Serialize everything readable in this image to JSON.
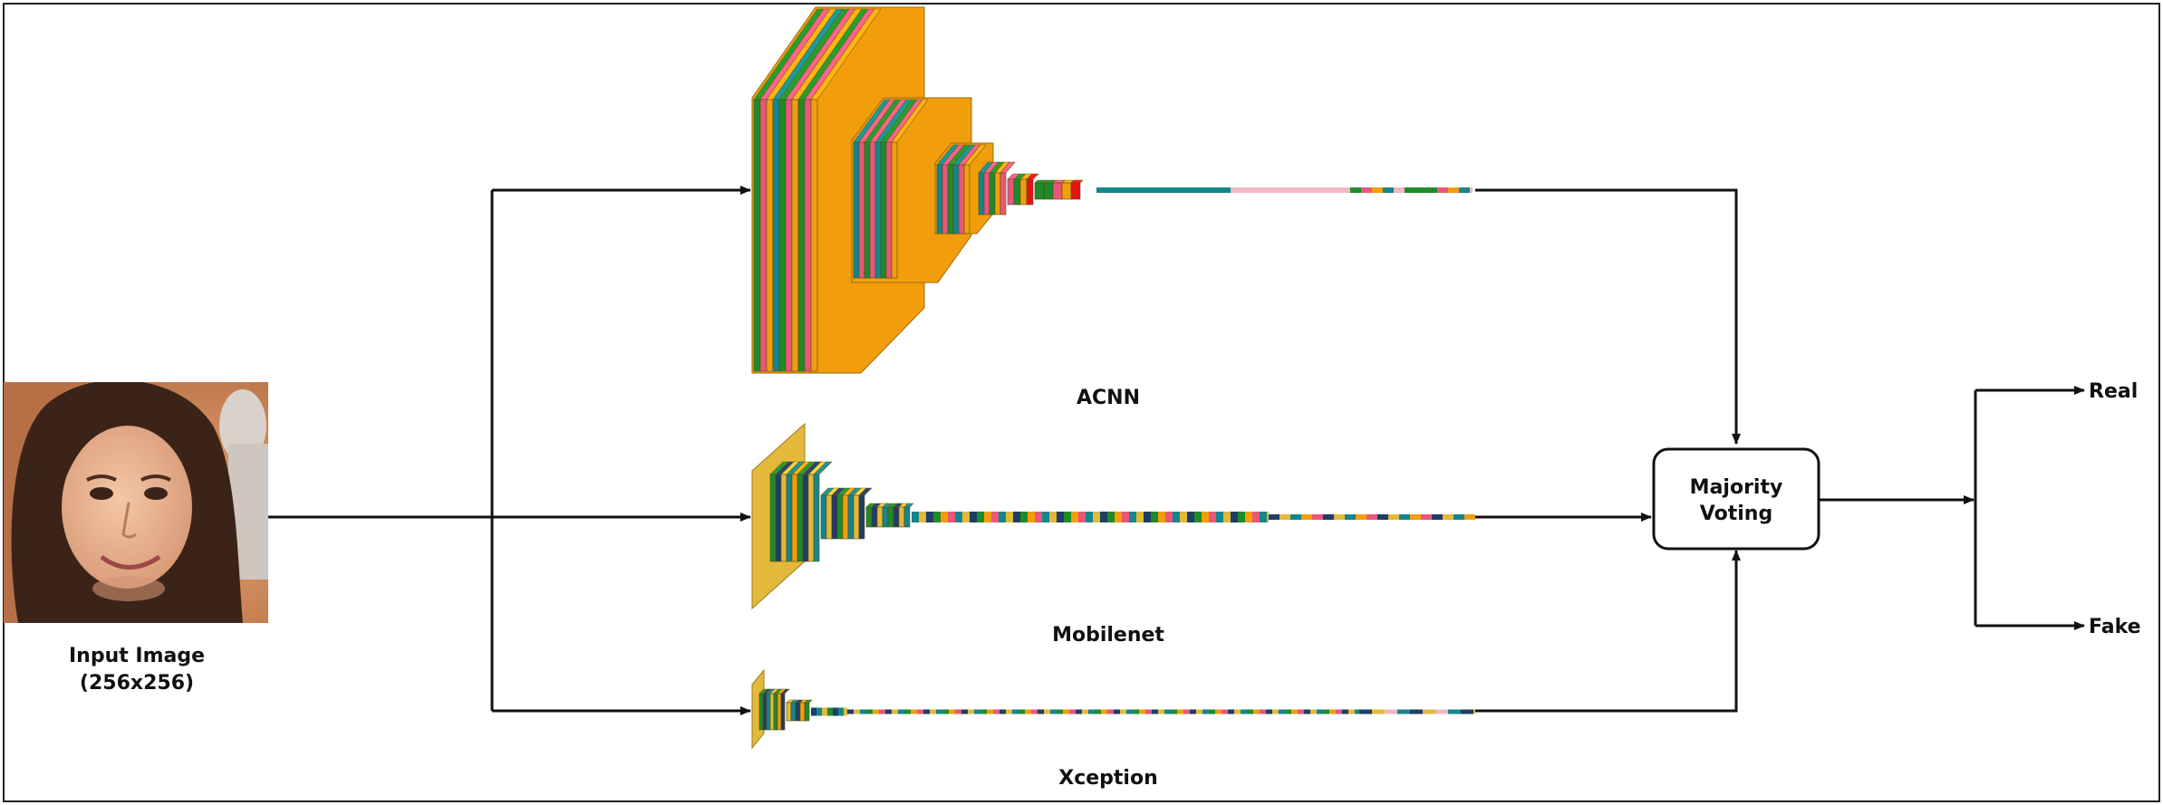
{
  "input": {
    "label_line1": "Input Image",
    "label_line2": "(256x256)"
  },
  "models": [
    {
      "id": "acnn",
      "label": "ACNN"
    },
    {
      "id": "mobilenet",
      "label": "Mobilenet"
    },
    {
      "id": "xception",
      "label": "Xception"
    }
  ],
  "voting": {
    "label_line1": "Majority",
    "label_line2": "Voting"
  },
  "outputs": {
    "real": "Real",
    "fake": "Fake"
  },
  "colors": {
    "orange": "#f29e0c",
    "green": "#1f8a2a",
    "pink": "#e8577a",
    "teal": "#14868c",
    "light_pink": "#f2b6c4",
    "red": "#e01515",
    "navy": "#1f3d66",
    "mustard": "#e2b93a",
    "line": "#111111"
  }
}
